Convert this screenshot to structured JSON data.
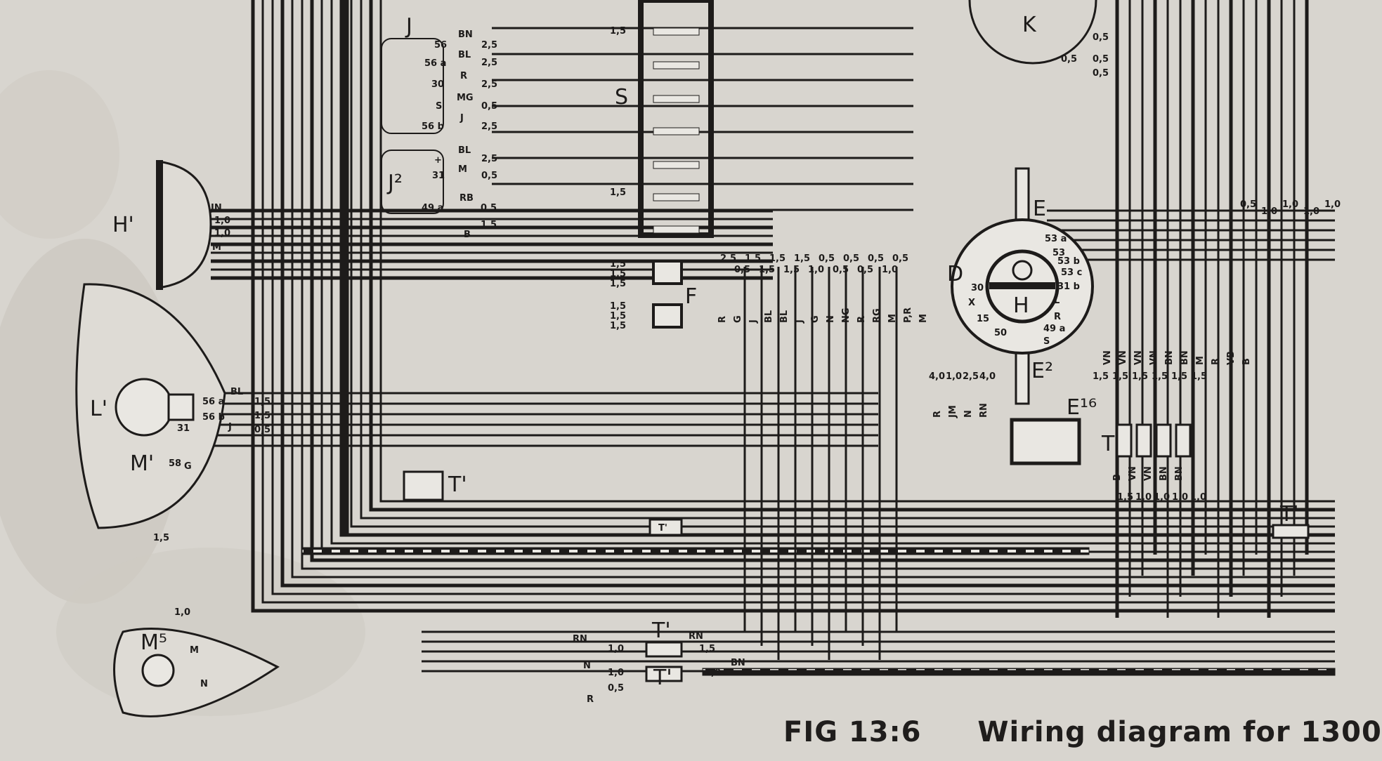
{
  "figure": {
    "number": "FIG 13:6",
    "title": "Wiring diagram for 1300"
  },
  "components": [
    {
      "id": "J",
      "label": "J"
    },
    {
      "id": "J2",
      "label": "J²"
    },
    {
      "id": "S",
      "label": "S"
    },
    {
      "id": "K",
      "label": "K"
    },
    {
      "id": "E",
      "label": "E"
    },
    {
      "id": "D",
      "label": "D"
    },
    {
      "id": "H",
      "label": "H"
    },
    {
      "id": "F",
      "label": "F"
    },
    {
      "id": "E2",
      "label": "E²"
    },
    {
      "id": "E16",
      "label": "E¹⁶"
    },
    {
      "id": "H1",
      "label": "H'"
    },
    {
      "id": "L1",
      "label": "L'"
    },
    {
      "id": "M1",
      "label": "M'"
    },
    {
      "id": "M5",
      "label": "M⁵"
    },
    {
      "id": "T1a",
      "label": "T'"
    },
    {
      "id": "T1b",
      "label": "T'"
    },
    {
      "id": "T1c",
      "label": "T'"
    },
    {
      "id": "T1d",
      "label": "T'"
    },
    {
      "id": "T1e",
      "label": "T'"
    },
    {
      "id": "T",
      "label": "T"
    }
  ],
  "relay_J_terminals": [
    {
      "term": "56",
      "color": "BN",
      "size": "2,5"
    },
    {
      "term": "56 a",
      "color": "BL",
      "size": "2,5"
    },
    {
      "term": "30",
      "color": "R",
      "size": "2,5"
    },
    {
      "term": "S",
      "color": "MG",
      "size": "0,5"
    },
    {
      "term": "56 b",
      "color": "J",
      "size": "2,5"
    }
  ],
  "relay_J2_terminals": [
    {
      "term": "+",
      "color": "BL",
      "size": "2,5"
    },
    {
      "term": "31",
      "color": "M",
      "size": "0,5"
    },
    {
      "term": "49 a",
      "color": "RB",
      "size": "0,5"
    },
    {
      "term": "",
      "color": "B",
      "size": "1,5"
    }
  ],
  "fuse_box_sizes": [
    "1,5",
    "1,5",
    "1,5"
  ],
  "headlamp_H1": {
    "colors": [
      "JN",
      "M"
    ],
    "sizes": [
      "1,0",
      "1,0"
    ]
  },
  "headlamp_L1": {
    "terms": [
      "56 a",
      "56 b",
      "31",
      "58",
      "G"
    ],
    "colors": [
      "BL",
      "J"
    ],
    "sizes": [
      "1,5",
      "1,5",
      "1,5",
      "0,5"
    ]
  },
  "switch_F_sizes": [
    "1,5",
    "1,5",
    "1,5",
    "1,5",
    "1,5",
    "1,5"
  ],
  "harness_colors": [
    "R",
    "G",
    "J",
    "BL",
    "BL",
    "J",
    "G",
    "N",
    "NG",
    "R",
    "RG",
    "M",
    "P,R",
    "M"
  ],
  "harness_sizes_top": [
    "2,5",
    "1,5",
    "1,5",
    "1,5",
    "0,5",
    "0,5",
    "0,5",
    "0,5"
  ],
  "harness_sizes_bottom": [
    "0,5",
    "1,5",
    "1,5",
    "1,0",
    "0,5",
    "0,5",
    "1,0"
  ],
  "ignition_E_terms": [
    "53 a",
    "53",
    "53 b",
    "53 c",
    "31 b",
    "L",
    "R",
    "49 a",
    "S",
    "30",
    "X",
    "15",
    "50"
  ],
  "ignition_E_right_colors": [
    "VN",
    "VN",
    "VN",
    "VN",
    "BN",
    "BN",
    "M",
    "R",
    "VB",
    "B"
  ],
  "ignition_E_right_sizes": [
    "1,5",
    "1,5",
    "1,5",
    "1,5",
    "1,5",
    "1,5"
  ],
  "ignition_E_top_sizes": [
    "0,5",
    "1,0",
    "1,0",
    "1,0",
    "1,0"
  ],
  "ignition_E_bottom_colors": [
    "R",
    "JM",
    "N",
    "RN"
  ],
  "ignition_E_bottom_sizes": [
    "4,0",
    "1,0",
    "2,5",
    "4,0"
  ],
  "connector_T_colors": [
    "B",
    "VN",
    "VN",
    "BN",
    "BN"
  ],
  "connector_T_sizes": [
    "1,5",
    "1,0",
    "1,0",
    "1,0",
    "1,0"
  ],
  "K_sizes": [
    "0,5",
    "0,5",
    "0,5",
    "0,5"
  ],
  "wiper_M5": {
    "colors": [
      "M",
      "N"
    ],
    "sizes": [
      "1,5",
      "1,0"
    ]
  },
  "bottom_wires": [
    {
      "color_left": "RN",
      "size_left": "1,0",
      "color_right": "RN",
      "size_right": "1,5"
    },
    {
      "color_left": "N",
      "size_left": "1,0",
      "color_right": "BN",
      "size_right": "1,0"
    },
    {
      "color_left": "R",
      "size_left": "0,5"
    }
  ],
  "colors": {
    "paper": "#d8d5cf",
    "ink": "#1d1b1a",
    "wire_light": "#e9e7e2"
  }
}
